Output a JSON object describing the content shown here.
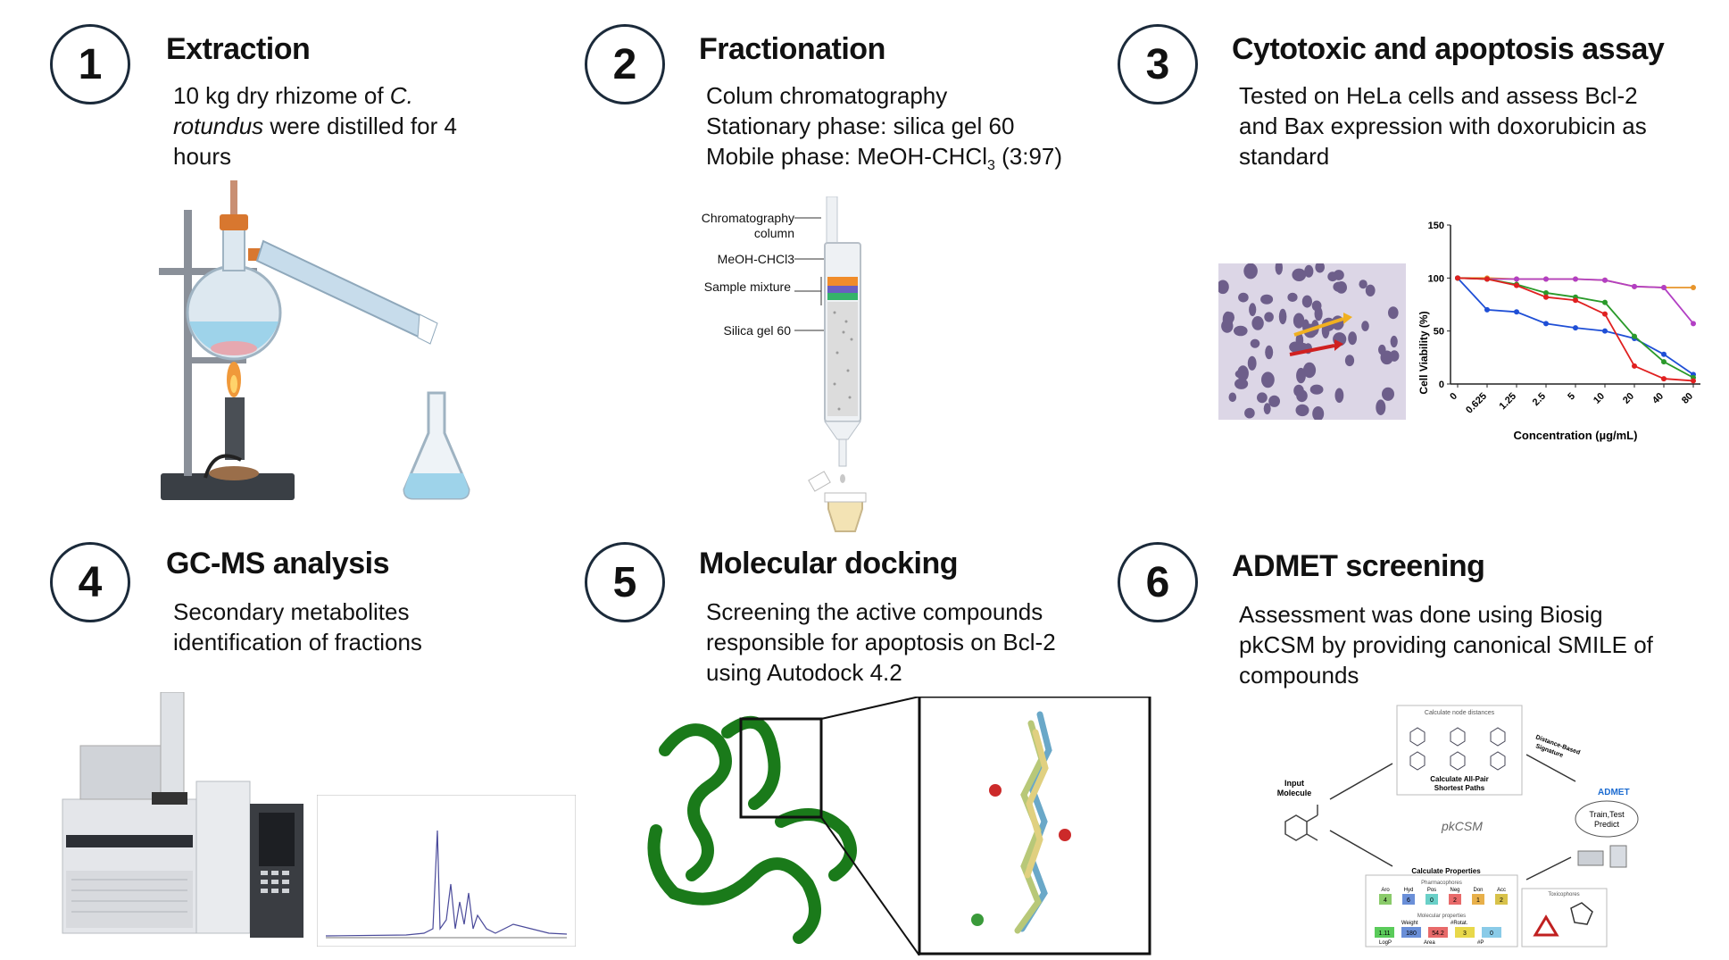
{
  "steps": [
    {
      "number": "1",
      "title": "Extraction",
      "lines": [
        "10 kg dry rhizome of",
        "were distilled for 4",
        "hours"
      ],
      "italic": [
        "C.",
        "rotundus"
      ]
    },
    {
      "number": "2",
      "title": "Fractionation",
      "lines": [
        "Colum chromatography",
        "Stationary phase: silica gel 60",
        "Mobile phase: MeOH-CHCl",
        "3",
        "(3:97)"
      ]
    },
    {
      "number": "3",
      "title": "Cytotoxic and apoptosis assay",
      "lines": [
        "Tested on HeLa cells and assess Bcl-2",
        "and Bax expression with doxorubicin as",
        "standard"
      ]
    },
    {
      "number": "4",
      "title": "GC-MS analysis",
      "lines": [
        "Secondary metabolites",
        "identification of fractions"
      ]
    },
    {
      "number": "5",
      "title": "Molecular docking",
      "lines": [
        "Screening the active compounds",
        "responsible for apoptosis on Bcl-2",
        "using Autodock 4.2"
      ]
    },
    {
      "number": "6",
      "title": "ADMET screening",
      "lines": [
        "Assessment was done using Biosig",
        "pkCSM by providing canonical SMILE of",
        "compounds"
      ]
    }
  ],
  "column_labels": {
    "chromatography_column": [
      "Chromatography",
      "column"
    ],
    "meoh": "MeOH-CHCl3",
    "sample": "Sample mixture",
    "silica": "Silica gel 60"
  },
  "pkcsm": {
    "input": [
      "Input",
      "Molecule"
    ],
    "node_dist": "Calculate node distances",
    "paths": [
      "Calculate All-Pair",
      "Shortest Paths"
    ],
    "signature": [
      "Distance-Based",
      "Signature"
    ],
    "admet": "ADMET",
    "train": [
      "Train,Test",
      "Predict"
    ],
    "logo": "pkCSM",
    "props": "Calculate Properties",
    "pharma": "Pharmacophores",
    "toxico": "Toxicophores",
    "molprops": "Molecular properties",
    "pharma_heads": [
      "Aro",
      "Hyd",
      "Pos",
      "Neg",
      "Don",
      "Acc"
    ],
    "pharma_vals": [
      "4",
      "6",
      "0",
      "2",
      "1",
      "2"
    ],
    "mol_heads": [
      "Weight",
      "#Rotat."
    ],
    "mol_vals": [
      "1.11",
      "180",
      "54.2",
      "3",
      "0"
    ],
    "mol_foot": [
      "LogP",
      "Area",
      "#P"
    ]
  },
  "chart_data": {
    "type": "line",
    "ylabel": "Cell Viability (%)",
    "xlabel": "Concentration (µg/mL)",
    "categories": [
      "0",
      "0.625",
      "1.25",
      "2.5",
      "5",
      "10",
      "20",
      "40",
      "80"
    ],
    "ylim": [
      0,
      150
    ],
    "yticks": [
      "0",
      "50",
      "100",
      "150"
    ],
    "series": [
      {
        "color": "#e8952b",
        "values": [
          100,
          100,
          99,
          99,
          99,
          98,
          92,
          91,
          91
        ]
      },
      {
        "color": "#b23fc4",
        "values": [
          100,
          99,
          99,
          99,
          99,
          98,
          92,
          91,
          57
        ]
      },
      {
        "color": "#1f4fd6",
        "values": [
          100,
          70,
          68,
          57,
          53,
          50,
          43,
          28,
          9
        ]
      },
      {
        "color": "#2a9a2a",
        "values": [
          100,
          99,
          94,
          86,
          82,
          77,
          45,
          21,
          6
        ]
      },
      {
        "color": "#e02020",
        "values": [
          100,
          99,
          93,
          82,
          79,
          66,
          17,
          5,
          3
        ]
      }
    ]
  }
}
